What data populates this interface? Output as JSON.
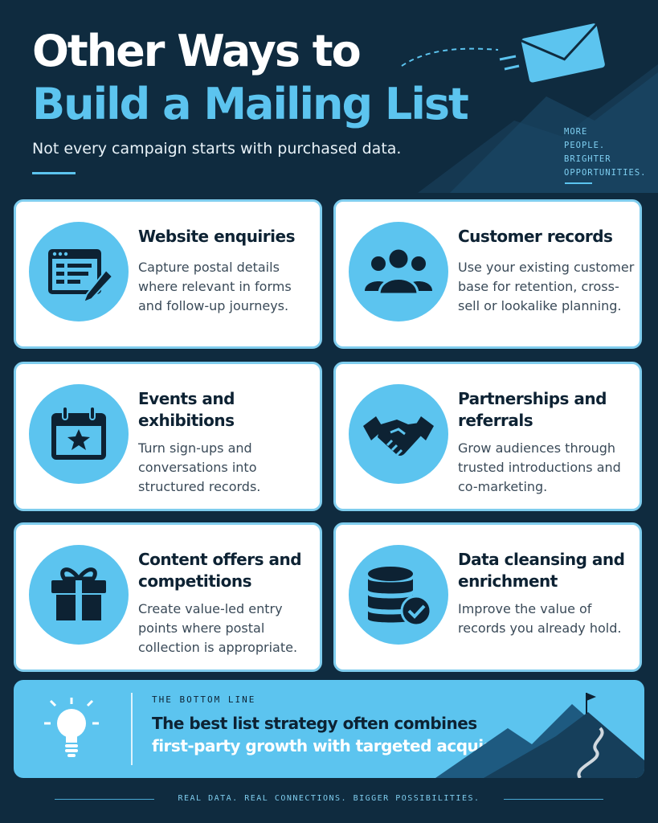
{
  "header": {
    "title_line1": "Other Ways to",
    "title_line2": "Build a Mailing List",
    "subtitle": "Not every campaign starts with purchased data.",
    "tagline": [
      "MORE",
      "PEOPLE.",
      "BRIGHTER",
      "OPPORTUNITIES."
    ]
  },
  "cards": [
    {
      "title": "Website enquiries",
      "description": "Capture postal details where relevant in forms and follow-up journeys.",
      "icon": "web-form-icon"
    },
    {
      "title": "Customer records",
      "description": "Use your existing customer base for retention, cross-sell or lookalike planning.",
      "icon": "people-group-icon"
    },
    {
      "title": "Events and exhibitions",
      "description": "Turn sign-ups and conversations into structured records.",
      "icon": "calendar-star-icon"
    },
    {
      "title": "Partnerships and referrals",
      "description": "Grow audiences through trusted introductions and co-marketing.",
      "icon": "handshake-icon"
    },
    {
      "title": "Content offers and competitions",
      "description": "Create value-led entry points where postal collection is appropriate.",
      "icon": "gift-icon"
    },
    {
      "title": "Data cleansing and enrichment",
      "description": "Improve the value of records you already hold.",
      "icon": "database-check-icon"
    }
  ],
  "bottom_line": {
    "kicker": "THE BOTTOM LINE",
    "line1": "The best list strategy often combines",
    "line2": "first-party growth with targeted acquisition.",
    "icon": "lightbulb-icon"
  },
  "footer": "REAL DATA. REAL CONNECTIONS. BIGGER POSSIBILITIES.",
  "colors": {
    "background": "#0f2b3f",
    "accent": "#5cc4ef",
    "card": "#ffffff",
    "dark_text": "#0d2233"
  }
}
